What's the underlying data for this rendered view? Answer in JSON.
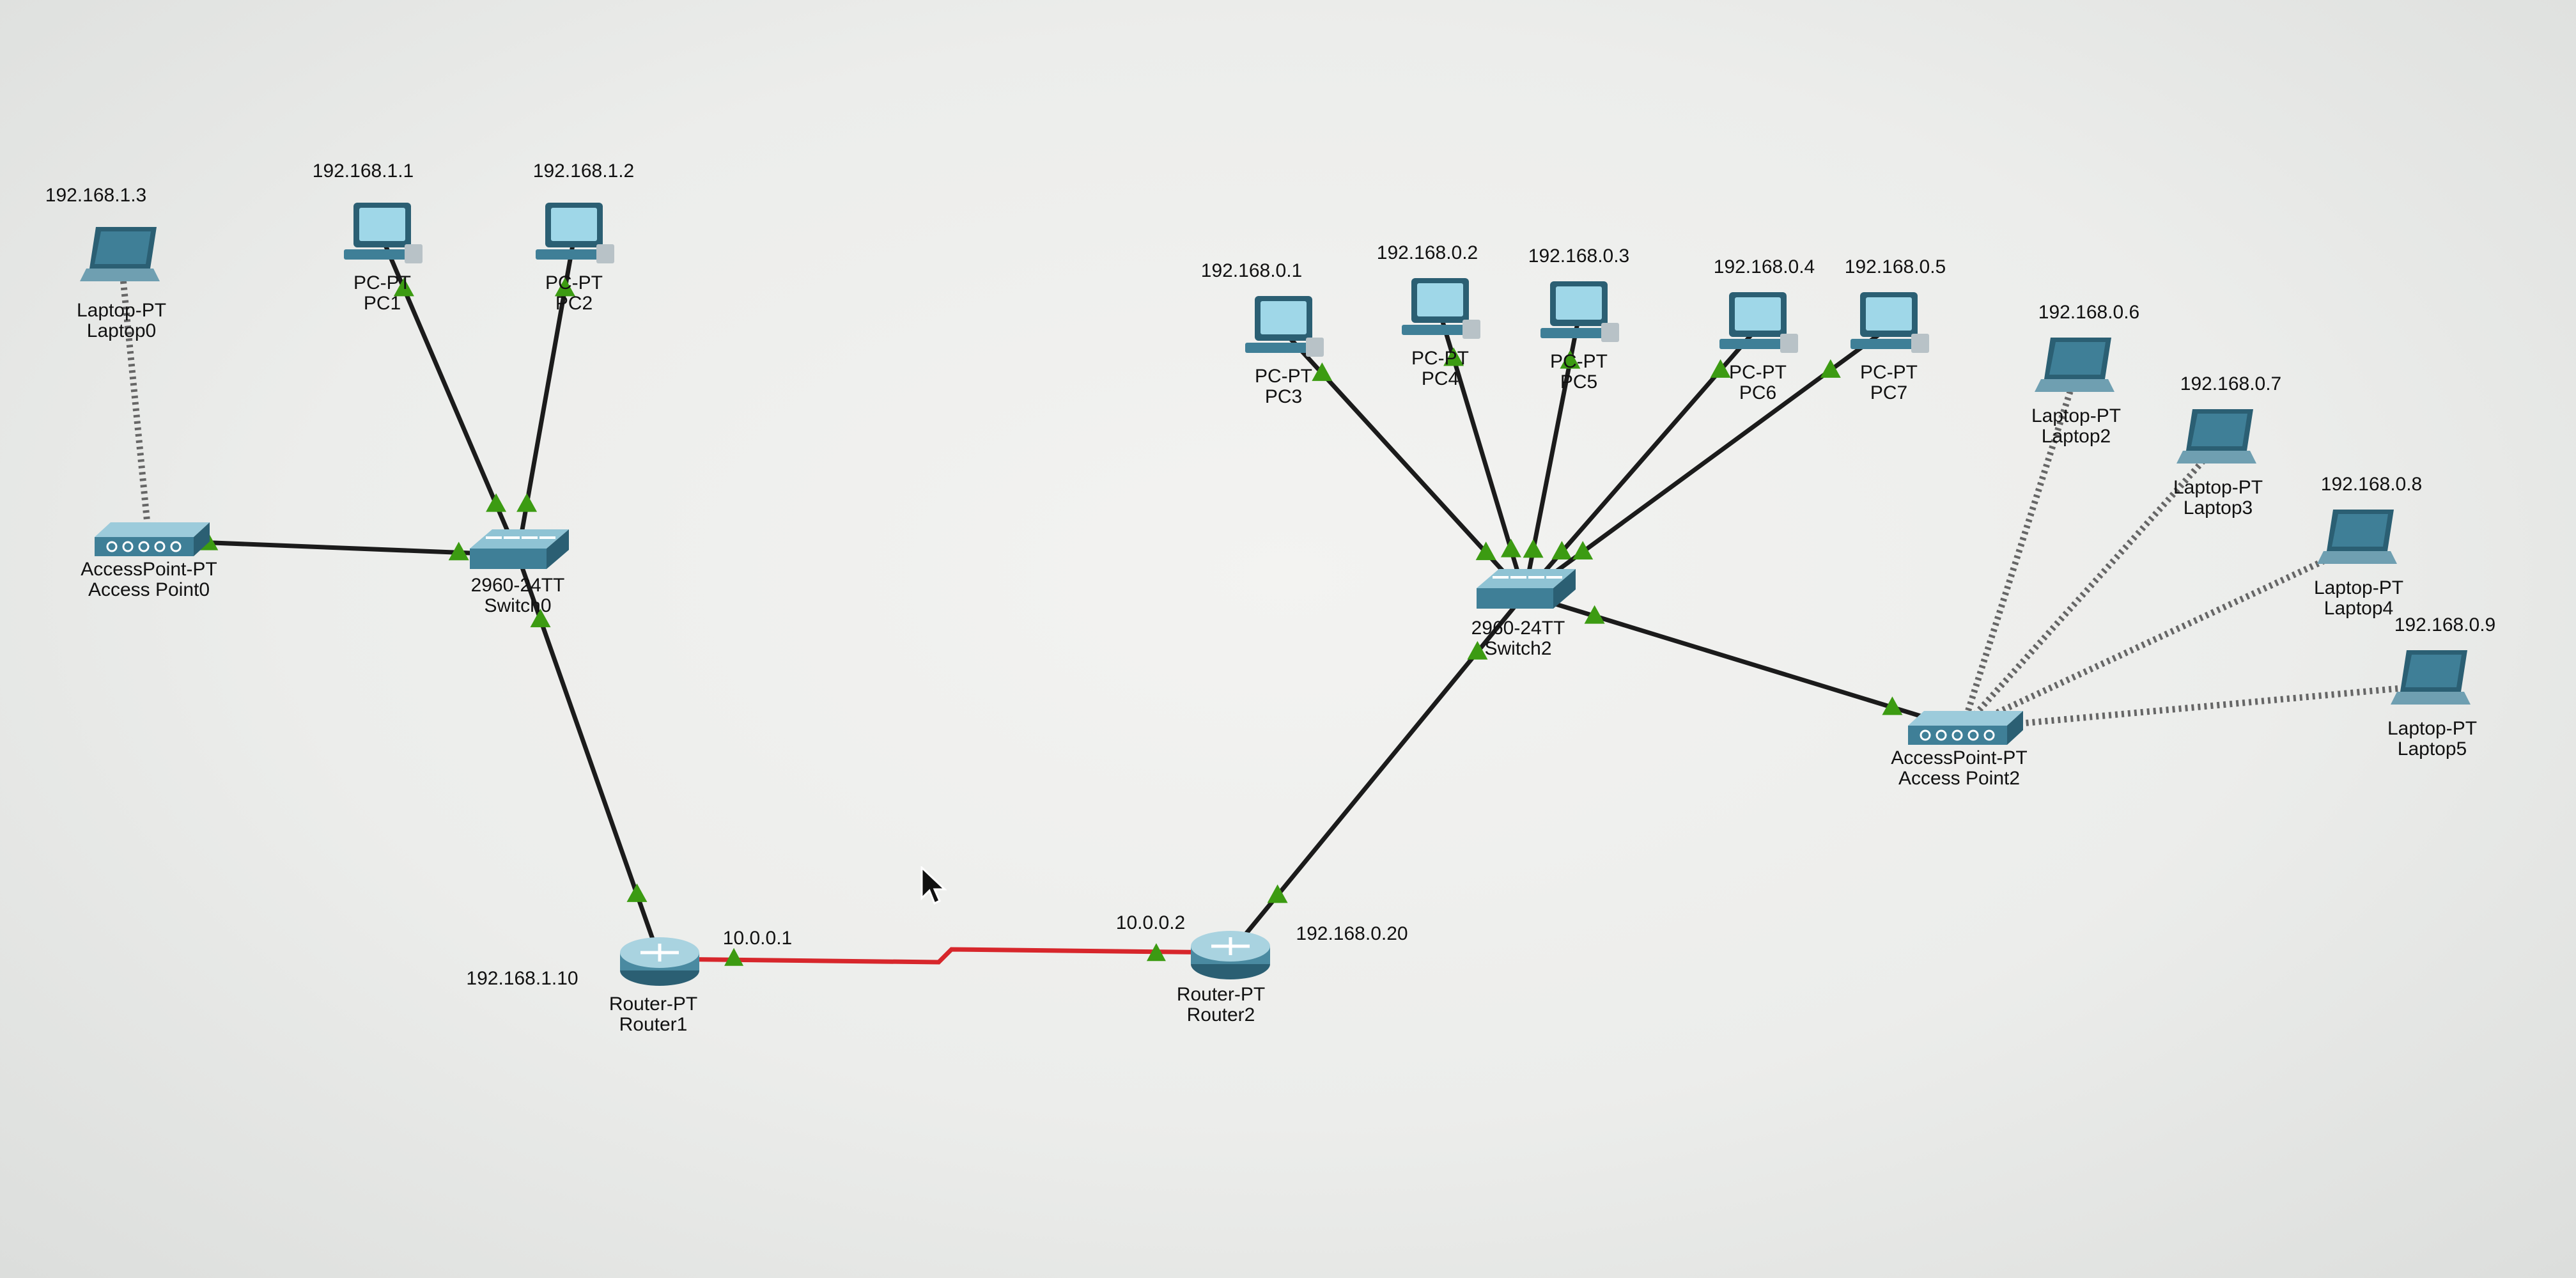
{
  "colors": {
    "cable": "#1b1b1b",
    "serial": "#d7262b",
    "link_up": "#3c9b12",
    "device": "#3f7f97",
    "device_dark": "#2b5f73",
    "screen": "#9fd7e8",
    "router": "#4a8aa1"
  },
  "devices": [
    {
      "id": "laptop0",
      "kind": "laptop",
      "icon": "laptop-icon",
      "model": "Laptop-PT",
      "name": "Laptop0",
      "ip": "192.168.1.3"
    },
    {
      "id": "pc1",
      "kind": "pc",
      "icon": "pc-icon",
      "model": "PC-PT",
      "name": "PC1",
      "ip": "192.168.1.1"
    },
    {
      "id": "pc2",
      "kind": "pc",
      "icon": "pc-icon",
      "model": "PC-PT",
      "name": "PC2",
      "ip": "192.168.1.2"
    },
    {
      "id": "ap0",
      "kind": "ap",
      "icon": "access-point-icon",
      "model": "AccessPoint-PT",
      "name": "Access Point0",
      "ip": ""
    },
    {
      "id": "switch0",
      "kind": "switch",
      "icon": "switch-icon",
      "model": "2960-24TT",
      "name": "Switch0",
      "ip": ""
    },
    {
      "id": "router1",
      "kind": "router",
      "icon": "router-icon",
      "model": "Router-PT",
      "name": "Router1",
      "ip": "192.168.1.10"
    },
    {
      "id": "router2",
      "kind": "router",
      "icon": "router-icon",
      "model": "Router-PT",
      "name": "Router2",
      "ip": "192.168.0.20"
    },
    {
      "id": "switch2",
      "kind": "switch",
      "icon": "switch-icon",
      "model": "2960-24TT",
      "name": "Switch2",
      "ip": ""
    },
    {
      "id": "pc3",
      "kind": "pc",
      "icon": "pc-icon",
      "model": "PC-PT",
      "name": "PC3",
      "ip": "192.168.0.1"
    },
    {
      "id": "pc4",
      "kind": "pc",
      "icon": "pc-icon",
      "model": "PC-PT",
      "name": "PC4",
      "ip": "192.168.0.2"
    },
    {
      "id": "pc5",
      "kind": "pc",
      "icon": "pc-icon",
      "model": "PC-PT",
      "name": "PC5",
      "ip": "192.168.0.3"
    },
    {
      "id": "pc6",
      "kind": "pc",
      "icon": "pc-icon",
      "model": "PC-PT",
      "name": "PC6",
      "ip": "192.168.0.4"
    },
    {
      "id": "pc7",
      "kind": "pc",
      "icon": "pc-icon",
      "model": "PC-PT",
      "name": "PC7",
      "ip": "192.168.0.5"
    },
    {
      "id": "ap2",
      "kind": "ap",
      "icon": "access-point-icon",
      "model": "AccessPoint-PT",
      "name": "Access Point2",
      "ip": ""
    },
    {
      "id": "laptop2",
      "kind": "laptop",
      "icon": "laptop-icon",
      "model": "Laptop-PT",
      "name": "Laptop2",
      "ip": "192.168.0.6"
    },
    {
      "id": "laptop3",
      "kind": "laptop",
      "icon": "laptop-icon",
      "model": "Laptop-PT",
      "name": "Laptop3",
      "ip": "192.168.0.7"
    },
    {
      "id": "laptop4",
      "kind": "laptop",
      "icon": "laptop-icon",
      "model": "Laptop-PT",
      "name": "Laptop4",
      "ip": "192.168.0.8"
    },
    {
      "id": "laptop5",
      "kind": "laptop",
      "icon": "laptop-icon",
      "model": "Laptop-PT",
      "name": "Laptop5",
      "ip": "192.168.0.9"
    }
  ],
  "links": [
    {
      "from": "pc1",
      "to": "switch0",
      "type": "copper"
    },
    {
      "from": "pc2",
      "to": "switch0",
      "type": "copper"
    },
    {
      "from": "ap0",
      "to": "switch0",
      "type": "copper"
    },
    {
      "from": "switch0",
      "to": "router1",
      "type": "copper"
    },
    {
      "from": "laptop0",
      "to": "ap0",
      "type": "wireless"
    },
    {
      "from": "router1",
      "to": "router2",
      "type": "serial"
    },
    {
      "from": "router2",
      "to": "switch2",
      "type": "copper"
    },
    {
      "from": "pc3",
      "to": "switch2",
      "type": "copper"
    },
    {
      "from": "pc4",
      "to": "switch2",
      "type": "copper"
    },
    {
      "from": "pc5",
      "to": "switch2",
      "type": "copper"
    },
    {
      "from": "pc6",
      "to": "switch2",
      "type": "copper"
    },
    {
      "from": "pc7",
      "to": "switch2",
      "type": "copper"
    },
    {
      "from": "switch2",
      "to": "ap2",
      "type": "copper"
    },
    {
      "from": "ap2",
      "to": "laptop2",
      "type": "wireless"
    },
    {
      "from": "ap2",
      "to": "laptop3",
      "type": "wireless"
    },
    {
      "from": "ap2",
      "to": "laptop4",
      "type": "wireless"
    },
    {
      "from": "ap2",
      "to": "laptop5",
      "type": "wireless"
    }
  ],
  "interface_labels": [
    {
      "id": "r1-serial",
      "text": "10.0.0.1"
    },
    {
      "id": "r2-serial",
      "text": "10.0.0.2"
    }
  ]
}
